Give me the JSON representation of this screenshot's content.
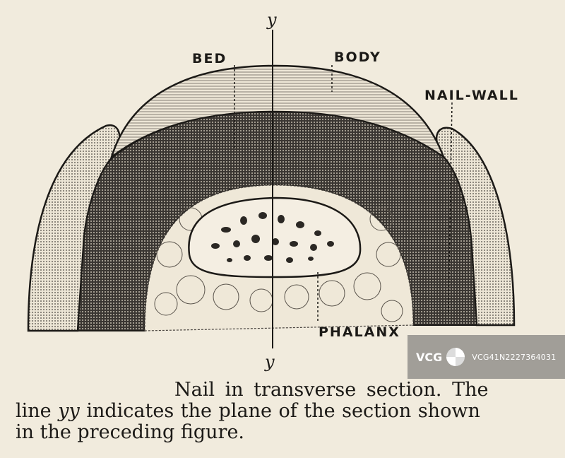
{
  "figure": {
    "axis_top": "y",
    "axis_bottom": "y",
    "labels": {
      "bed": "BED",
      "body": "BODY",
      "nail_wall": "NAIL-WALL",
      "phalanx": "PHALANX"
    }
  },
  "caption": {
    "line1": "Nail in transverse section.  The",
    "line2_pre": "line ",
    "line2_em": "yy",
    "line2_post": " indicates the plane of the section shown",
    "line3": "in the preceding figure."
  },
  "watermark": {
    "logo": "VCG",
    "id": "VCG41N2227364031"
  }
}
